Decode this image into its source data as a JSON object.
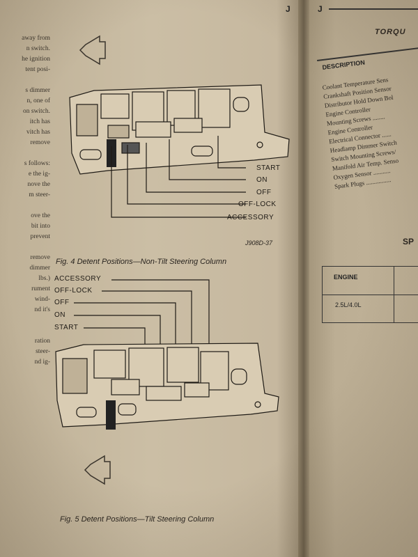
{
  "page_header": {
    "left_letter": "J",
    "right_letter": "J"
  },
  "left_margin_text": [
    "away from",
    "n switch.",
    "he ignition",
    "tent posi-",
    "",
    "s dimmer",
    "n, one of",
    "on switch.",
    "itch has",
    "vitch has",
    "remove",
    "",
    "s follows:",
    "e the ig-",
    "nove the",
    "m steer-",
    "",
    "ove the",
    "bit into",
    "prevent",
    "",
    "remove",
    "dimmer",
    "lbs.)",
    "rument",
    "wind-",
    "nd it's",
    "",
    "",
    "ration",
    "steer-",
    "nd ig-"
  ],
  "figure4": {
    "callouts": [
      "START",
      "ON",
      "OFF",
      "OFF-LOCK",
      "ACCESSORY"
    ],
    "code": "J908D-37",
    "caption": "Fig. 4 Detent Positions—Non-Tilt Steering Column"
  },
  "figure5": {
    "callouts": [
      "ACCESSORY",
      "OFF-LOCK",
      "OFF",
      "ON",
      "START"
    ],
    "caption": "Fig. 5 Detent Positions—Tilt Steering Column"
  },
  "right_page": {
    "title": "TORQU",
    "table_header": "DESCRIPTION",
    "items": [
      "Coolant Temperature Sens",
      "Crankshaft Position Sensor",
      "Distributor Hold Down Bol",
      "Engine Controller",
      "Mounting Screws ........",
      "Engine Controller",
      "Electrical Connector ......",
      "Headlamp Dimmer Switch",
      "Switch Mounting Screws/",
      "Manifold Air Temp. Senso",
      "Oxygen Sensor ...........",
      "Spark Plugs ................"
    ],
    "section_title": "SP",
    "spec_table": {
      "header": "ENGINE",
      "row": "2.5L/4.0L"
    }
  },
  "colors": {
    "paper": "#c8baa1",
    "ink": "#1e1a15",
    "gutter": "#6d614d"
  }
}
